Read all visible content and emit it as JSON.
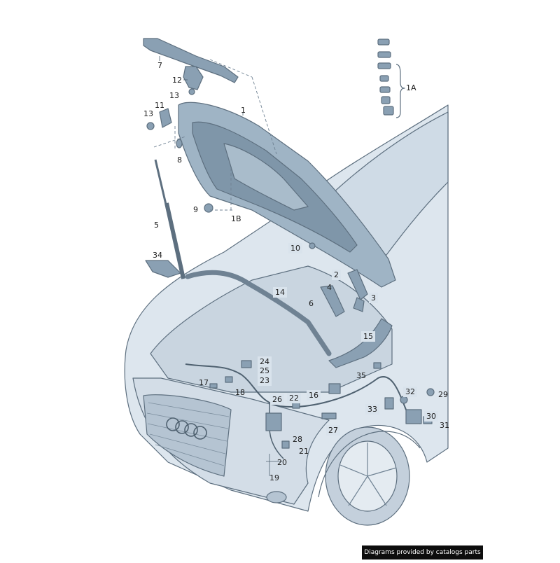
{
  "figure": {
    "credit": "Diagrams provided by catalogs parts",
    "labels": {
      "l1": "1",
      "l1a": "1A",
      "l1b": "1B",
      "l2": "2",
      "l3": "3",
      "l4": "4",
      "l5": "5",
      "l6": "6",
      "l7": "7",
      "l8": "8",
      "l9": "9",
      "l10": "10",
      "l11": "11",
      "l12": "12",
      "l13a": "13",
      "l13b": "13",
      "l14": "14",
      "l15": "15",
      "l16": "16",
      "l17": "17",
      "l18": "18",
      "l19": "19",
      "l20": "20",
      "l21": "21",
      "l22": "22",
      "l23": "23",
      "l24": "24",
      "l25": "25",
      "l26": "26",
      "l27": "27",
      "l28": "28",
      "l29": "29",
      "l30": "30",
      "l31": "31",
      "l32": "32",
      "l33": "33",
      "l34": "34",
      "l35": "35"
    },
    "colors": {
      "body_fill": "#dde6ee",
      "body_stroke": "#5d6f7f",
      "hood_fill": "#9fb4c5",
      "hood_dark": "#7f96a9",
      "part_fill": "#8aa0b3",
      "label_box": "#d9e3ec",
      "credit_bg": "#0d0d0d"
    }
  }
}
